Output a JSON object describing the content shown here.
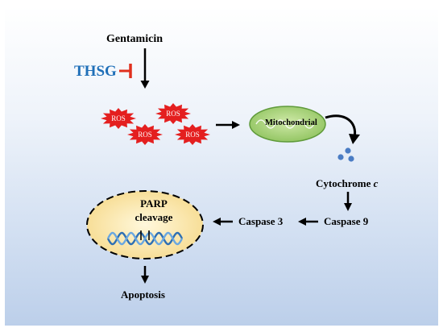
{
  "labels": {
    "gentamicin": "Gentamicin",
    "thsg": "THSG",
    "mitochondrial": "Mitochondrial",
    "cytochrome_prefix": "Cytochrome ",
    "cytochrome_italic": "c",
    "caspase9": "Caspase 9",
    "caspase3": "Caspase 3",
    "parp": "PARP",
    "cleavage": "cleavage",
    "apoptosis": "Apoptosis"
  },
  "ros": [
    "ROS",
    "ROS",
    "ROS",
    "ROS"
  ],
  "colors": {
    "thsg": "#1f6fb8",
    "inhibitor": "#e0301e",
    "ros_burst": "#e41f1f",
    "mito_fill": "#a8d27a",
    "mito_stroke": "#5f9a3a",
    "cytochrome_dots": "#4a7cc4",
    "nucleus_fill": "#fbe6a6",
    "dna_strand_1": "#2e6fb3",
    "dna_strand_2": "#6aa7e0"
  }
}
